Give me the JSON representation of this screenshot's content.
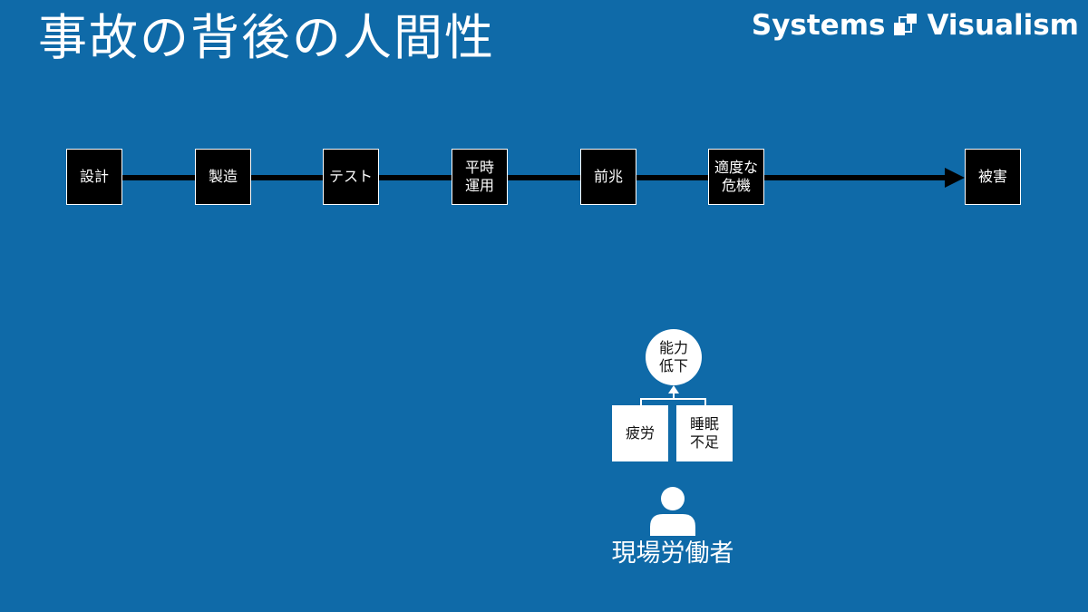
{
  "title": "事故の背後の人間性",
  "brand": {
    "left_text": "Systems",
    "right_text": "Visualism"
  },
  "timeline": {
    "stages": [
      {
        "id": "design",
        "label": "設計"
      },
      {
        "id": "manufacturing",
        "label": "製造"
      },
      {
        "id": "test",
        "label": "テスト"
      },
      {
        "id": "normal-operation",
        "label": "平時\n運用"
      },
      {
        "id": "precursor",
        "label": "前兆"
      },
      {
        "id": "moderate-crisis",
        "label": "適度な\n危機"
      },
      {
        "id": "damage",
        "label": "被害"
      }
    ]
  },
  "factor_tree": {
    "outcome": "能力\n低下",
    "causes": [
      {
        "id": "fatigue",
        "label": "疲労"
      },
      {
        "id": "sleep-deprivation",
        "label": "睡眠\n不足"
      }
    ]
  },
  "actor": {
    "label": "現場労働者",
    "icon": "person-icon"
  },
  "colors": {
    "background": "#0f6aa8",
    "box_dark": "#000000",
    "box_light": "#ffffff",
    "arrow": "#000000"
  }
}
